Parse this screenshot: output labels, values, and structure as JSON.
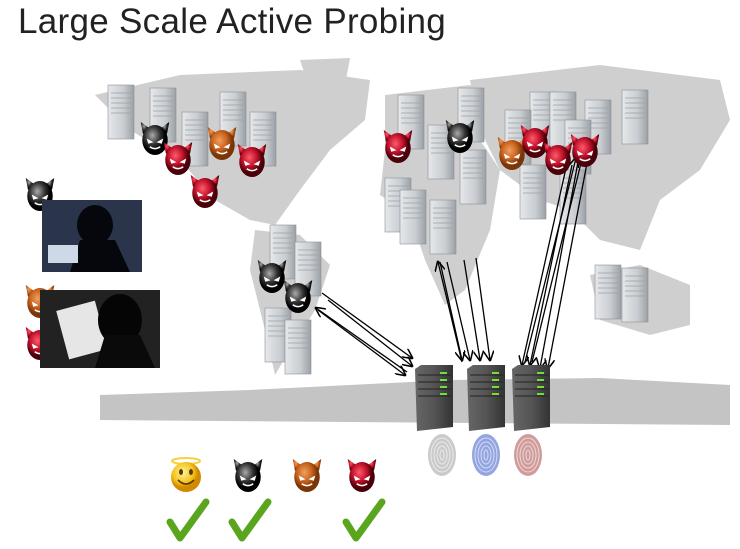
{
  "slide": {
    "title": "Large Scale Active Probing"
  },
  "legend": [
    {
      "kind": "benign-user",
      "icon": "angel-smiley",
      "checked": true
    },
    {
      "kind": "probe-black",
      "icon": "devil-black",
      "checked": true
    },
    {
      "kind": "probe-orange",
      "icon": "devil-orange",
      "checked": false
    },
    {
      "kind": "probe-red",
      "icon": "devil-red",
      "checked": true
    }
  ],
  "fingerprints": [
    {
      "color": "#b8b8b8"
    },
    {
      "color": "#6f86d6"
    },
    {
      "color": "#c07b78"
    }
  ],
  "colors": {
    "map": "#c8c8c8",
    "check": "#5aa51e",
    "devil_red": "#c0102a",
    "devil_black": "#333333",
    "devil_orange": "#c8621c",
    "led": "#6fe03a"
  }
}
